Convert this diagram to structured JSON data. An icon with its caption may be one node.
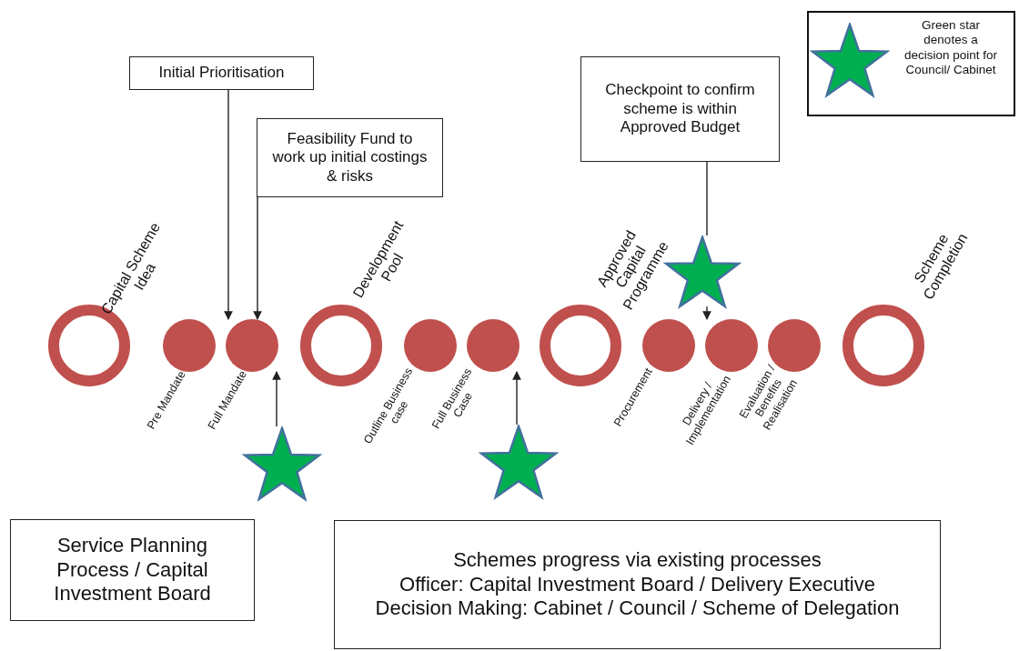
{
  "diagram": {
    "nodes": [
      {
        "text": [
          "Initial Prioritisation"
        ]
      },
      {
        "text": [
          "Feasibility Fund to work up initial costings & risks"
        ]
      },
      {
        "text": [
          "Checkpoint to confirm scheme is within Approved Budget"
        ]
      },
      {
        "text": [
          "Capital Scheme Idea"
        ]
      },
      {
        "text": [
          "Pre Mandate"
        ]
      },
      {
        "text": [
          "Full Mandate"
        ]
      },
      {
        "text": [
          "Development Pool"
        ]
      },
      {
        "text": [
          "Outline Business case"
        ]
      },
      {
        "text": [
          "Full Business Case"
        ]
      },
      {
        "text": [
          "Approved Capital Programme"
        ]
      },
      {
        "text": [
          "Procurement"
        ]
      },
      {
        "text": [
          "Delivery / Implementation"
        ]
      },
      {
        "text": [
          "Evaluation / Benefits Realisation"
        ]
      },
      {
        "text": [
          "Scheme Completion"
        ]
      },
      {
        "text": [],
        "shape": "star"
      },
      {
        "text": [],
        "shape": "star"
      },
      {
        "text": [],
        "shape": "star"
      },
      {
        "text": [
          "Service Planning Process / Capital Investment Board"
        ]
      },
      {
        "text": [
          "Schemes progress via existing processes",
          "Officer: Capital Investment Board / Delivery Executive",
          "Decision Making: Cabinet / Council / Scheme of Delegation"
        ]
      }
    ],
    "edges": [
      {
        "from": 0,
        "to": 5,
        "arrow": "to"
      },
      {
        "from": 1,
        "to": 5,
        "arrow": "to"
      },
      {
        "from": 14,
        "to": 5,
        "arrow": "to"
      },
      {
        "from": 15,
        "to": 8,
        "arrow": "to"
      },
      {
        "from": 2,
        "to": 16,
        "arrow": "none"
      },
      {
        "from": 16,
        "to": 11,
        "arrow": "to"
      }
    ],
    "legend": [
      {
        "text": "Green star denotes a decision point for Council/ Cabinet"
      }
    ]
  }
}
